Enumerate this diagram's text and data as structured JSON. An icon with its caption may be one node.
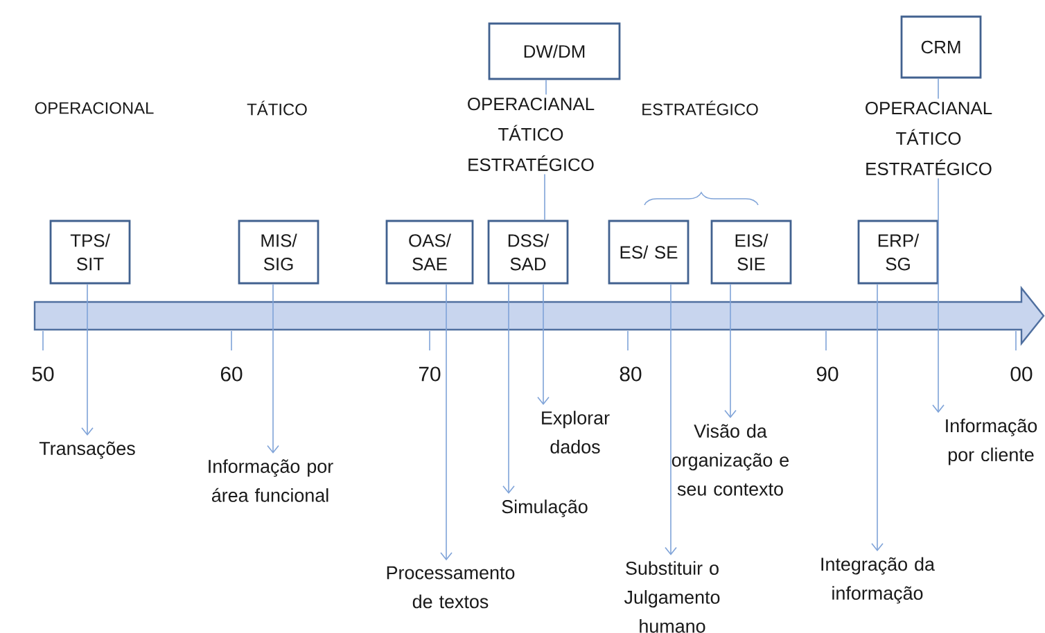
{
  "diagram": {
    "nodes": [
      {
        "text": [
          "DW/DM"
        ]
      },
      {
        "text": [
          "CRM"
        ]
      },
      {
        "text": [
          "OPERACIANAL TÁTICO ESTRATÉGICO"
        ]
      },
      {
        "text": [
          "OPERACIANAL TÁTICO ESTRATÉGICO"
        ]
      },
      {
        "text": [
          "TPS/ SIT"
        ]
      },
      {
        "text": [
          "MIS/ SIG"
        ]
      },
      {
        "text": [
          "OAS/ SAE"
        ]
      },
      {
        "text": [
          "DSS/ SAD"
        ]
      },
      {
        "text": [
          "ES/ SE"
        ]
      },
      {
        "text": [
          "EIS/ SIE"
        ]
      },
      {
        "text": [
          "ERP/ SG"
        ]
      },
      {
        "text": [
          "Transações"
        ]
      },
      {
        "text": [
          "Informação por área funcional"
        ]
      },
      {
        "text": [
          "Processamento de textos"
        ]
      },
      {
        "text": [
          "Simulação"
        ]
      },
      {
        "text": [
          "Explorar dados"
        ]
      },
      {
        "text": [
          "Substituir o Julgamento humano"
        ]
      },
      {
        "text": [
          "Visão da organização e seu contexto"
        ]
      },
      {
        "text": [
          "Integração da informação"
        ]
      },
      {
        "text": [
          "Informação por cliente"
        ]
      }
    ],
    "edges": [
      {
        "from": 0,
        "to": 2,
        "arrow": "none"
      },
      {
        "from": 2,
        "to": 7,
        "arrow": "none"
      },
      {
        "from": 1,
        "to": 3,
        "arrow": "none"
      },
      {
        "from": 3,
        "to": 19,
        "arrow": "to"
      },
      {
        "from": 4,
        "to": 11,
        "arrow": "to"
      },
      {
        "from": 5,
        "to": 12,
        "arrow": "to"
      },
      {
        "from": 6,
        "to": 13,
        "arrow": "to"
      },
      {
        "from": 7,
        "to": 14,
        "arrow": "to"
      },
      {
        "from": 7,
        "to": 15,
        "arrow": "to"
      },
      {
        "from": 8,
        "to": 16,
        "arrow": "to"
      },
      {
        "from": 9,
        "to": 17,
        "arrow": "to"
      },
      {
        "from": 10,
        "to": 18,
        "arrow": "to"
      }
    ],
    "labels": [
      "OPERACIONAL",
      "TÁTICO",
      "ESTRATÉGICO",
      "50",
      "60",
      "70",
      "80",
      "90",
      "00"
    ]
  }
}
